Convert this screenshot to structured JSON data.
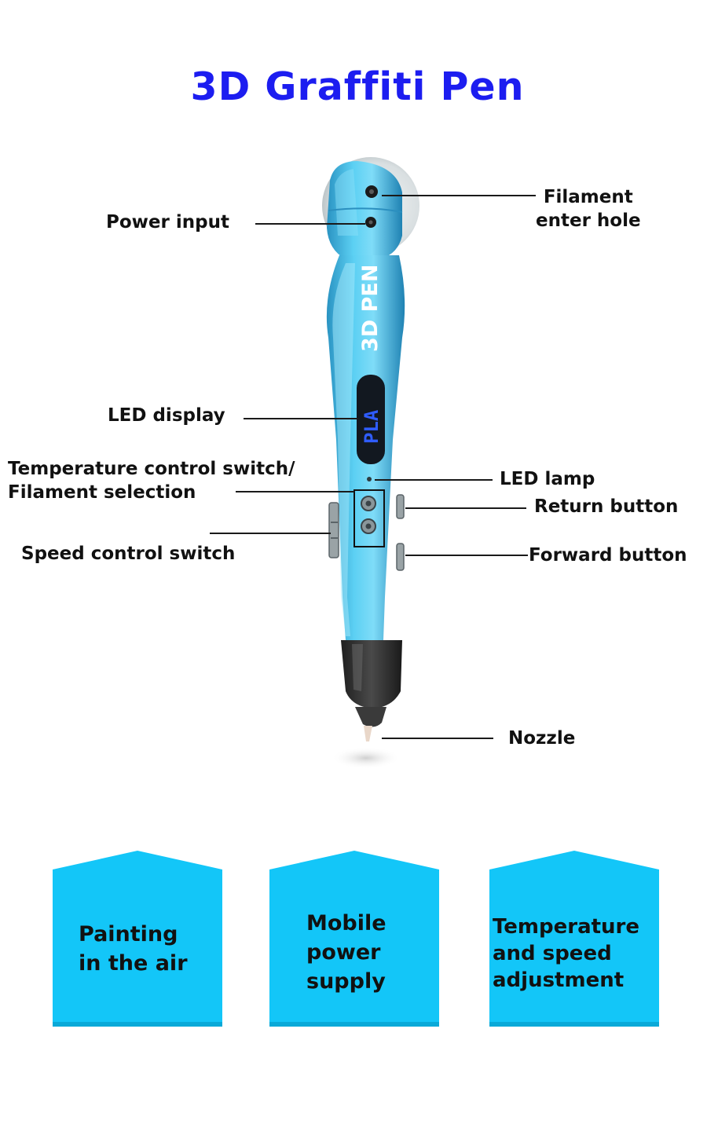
{
  "header": {
    "title": "3D Graffiti Pen"
  },
  "pen": {
    "brand_text": "3D PEN",
    "display_text": "PLA",
    "body_color": "#3fb6e0",
    "display_digit_color": "#2f5dff"
  },
  "callouts": {
    "power_input": "Power input",
    "filament_enter_hole_1": "Filament",
    "filament_enter_hole_2": "enter hole",
    "led_display": "LED display",
    "temperature_switch_1": "Temperature control switch/",
    "temperature_switch_2": "Filament selection",
    "speed_control": "Speed control switch",
    "led_lamp": "LED lamp",
    "return_button": "Return button",
    "forward_button": "Forward button",
    "nozzle": "Nozzle"
  },
  "features": [
    {
      "label": "Painting\nin the air"
    },
    {
      "label": "Mobile\npower\nsupply"
    },
    {
      "label": "Temperature\nand speed\nadjustment"
    }
  ],
  "colors": {
    "title": "#1c1df0",
    "feature_box": "#13c6f8"
  }
}
